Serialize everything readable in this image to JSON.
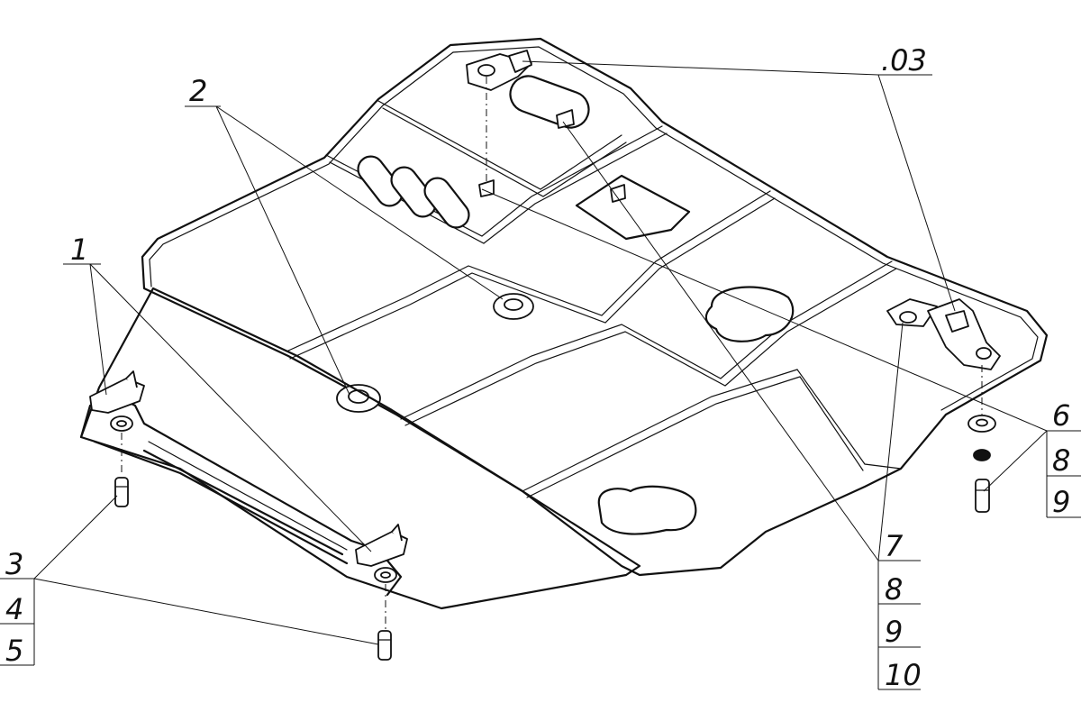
{
  "callouts": {
    "c1": "1",
    "c2": "2",
    "c03": ".03",
    "c3": "3",
    "c4": "4",
    "c5": "5",
    "c6": "6",
    "c8a": "8",
    "c9a": "9",
    "c7": "7",
    "c8b": "8",
    "c9b": "9",
    "c10": "10"
  }
}
